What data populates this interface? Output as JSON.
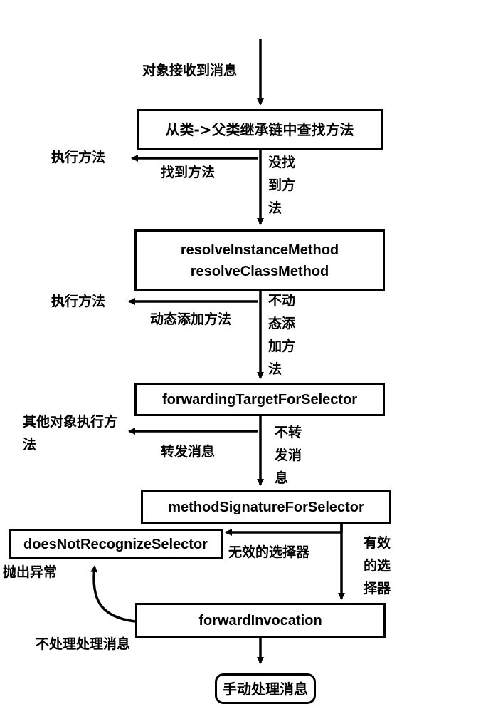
{
  "nodes": {
    "lookup": "从类->父类继承链中查找方法",
    "resolve_line1": "resolveInstanceMethod",
    "resolve_line2": "resolveClassMethod",
    "forwarding_target": "forwardingTargetForSelector",
    "method_signature": "methodSignatureForSelector",
    "does_not_recognize": "doesNotRecognizeSelector",
    "forward_invocation": "forwardInvocation",
    "manual_handle": "手动处理消息"
  },
  "labels": {
    "receive_message": "对象接收到消息",
    "execute_method_1": "执行方法",
    "found_method": "找到方法",
    "not_found_method": "没找到方法",
    "execute_method_2": "执行方法",
    "dynamic_add": "动态添加方法",
    "no_dynamic_add": "不动态添加方法",
    "other_object_execute": "其他对象执行方法",
    "forward_message": "转发消息",
    "no_forward": "不转发消息",
    "invalid_selector": "无效的选择器",
    "valid_selector": "有效的选择器",
    "throw_exception": "抛出异常",
    "not_handle": "不处理处理消息"
  }
}
